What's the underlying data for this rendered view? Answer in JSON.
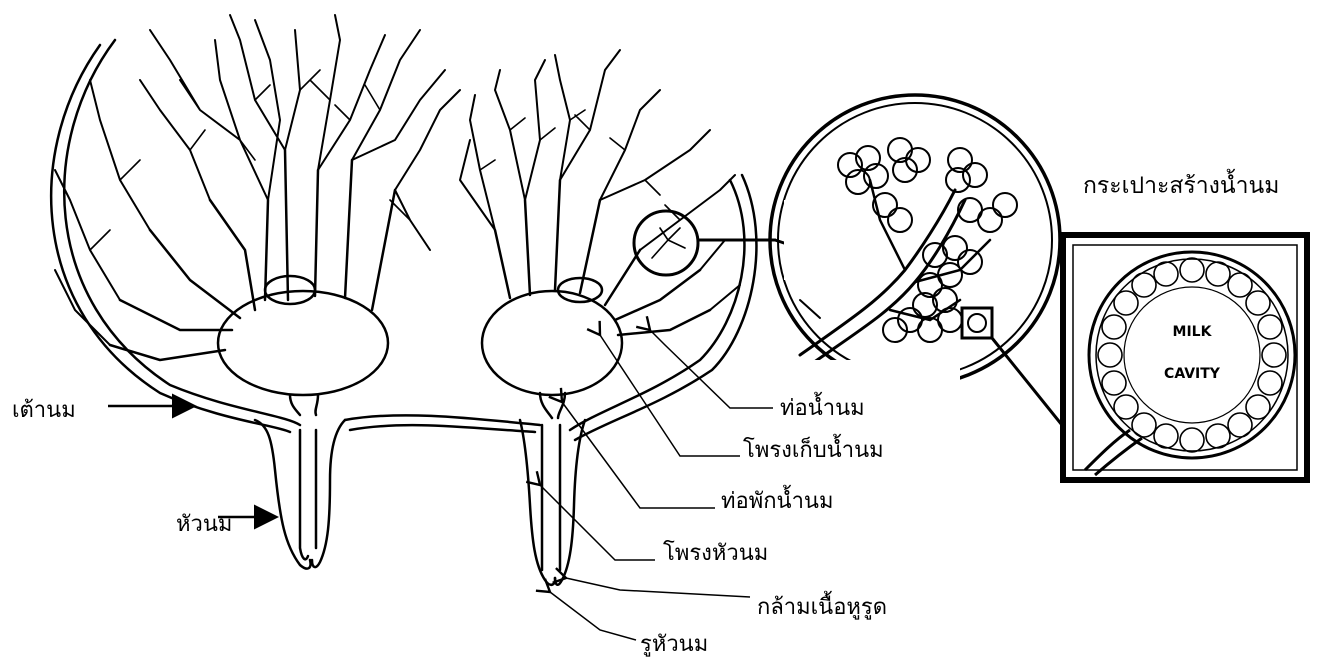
{
  "labels": {
    "alveolus": "กระเปาะสร้างน้ำนม",
    "breast": "เต้านม",
    "teat": "หัวนม",
    "milk_duct": "ท่อน้ำนม",
    "gland_cistern": "โพรงเก็บน้ำนม",
    "small_duct": "ท่อพักน้ำนม",
    "teat_cistern": "โพรงหัวนม",
    "sphincter": "กล้ามเนื้อหูรูด",
    "teat_canal": "รูหัวนม"
  },
  "inset": {
    "line1": "MILK",
    "line2": "CAVITY"
  }
}
